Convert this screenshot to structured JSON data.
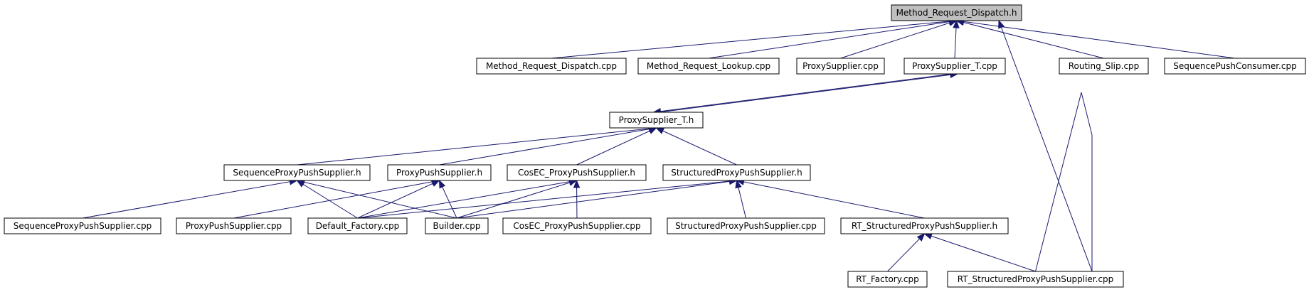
{
  "diagram": {
    "type": "include-dependency-graph",
    "colors": {
      "edge": "#191970",
      "root_fill": "#bfbfbf",
      "node_fill": "#ffffff",
      "node_border": "#000000"
    },
    "nodes": {
      "method_request_dispatch_h": "Method_Request_Dispatch.h",
      "method_request_dispatch_cpp": "Method_Request_Dispatch.cpp",
      "method_request_lookup_cpp": "Method_Request_Lookup.cpp",
      "proxysupplier_cpp": "ProxySupplier.cpp",
      "proxysupplier_t_cpp": "ProxySupplier_T.cpp",
      "routing_slip_cpp": "Routing_Slip.cpp",
      "sequencepushconsumer_cpp": "SequencePushConsumer.cpp",
      "proxysupplier_t_h": "ProxySupplier_T.h",
      "sequenceproxypushsupplier_h": "SequenceProxyPushSupplier.h",
      "proxypushsupplier_h": "ProxyPushSupplier.h",
      "cosec_proxypushsupplier_h": "CosEC_ProxyPushSupplier.h",
      "structuredproxypushsupplier_h": "StructuredProxyPushSupplier.h",
      "sequenceproxypushsupplier_cpp": "SequenceProxyPushSupplier.cpp",
      "proxypushsupplier_cpp": "ProxyPushSupplier.cpp",
      "default_factory_cpp": "Default_Factory.cpp",
      "builder_cpp": "Builder.cpp",
      "cosec_proxypushsupplier_cpp": "CosEC_ProxyPushSupplier.cpp",
      "structuredproxypushsupplier_cpp": "StructuredProxyPushSupplier.cpp",
      "rt_structuredproxypushsupplier_h": "RT_StructuredProxyPushSupplier.h",
      "rt_factory_cpp": "RT_Factory.cpp",
      "rt_structuredproxypushsupplier_cpp": "RT_StructuredProxyPushSupplier.cpp"
    },
    "edges": [
      {
        "from": "method_request_dispatch_cpp",
        "to": "method_request_dispatch_h"
      },
      {
        "from": "method_request_lookup_cpp",
        "to": "method_request_dispatch_h"
      },
      {
        "from": "proxysupplier_cpp",
        "to": "method_request_dispatch_h"
      },
      {
        "from": "proxysupplier_t_cpp",
        "to": "method_request_dispatch_h"
      },
      {
        "from": "routing_slip_cpp",
        "to": "method_request_dispatch_h"
      },
      {
        "from": "sequencepushconsumer_cpp",
        "to": "method_request_dispatch_h"
      },
      {
        "from": "rt_structuredproxypushsupplier_cpp",
        "to": "method_request_dispatch_h"
      },
      {
        "from": "proxysupplier_t_h",
        "to": "proxysupplier_t_cpp"
      },
      {
        "from": "proxysupplier_t_cpp",
        "to": "proxysupplier_t_h"
      },
      {
        "from": "sequenceproxypushsupplier_h",
        "to": "proxysupplier_t_h"
      },
      {
        "from": "proxypushsupplier_h",
        "to": "proxysupplier_t_h"
      },
      {
        "from": "cosec_proxypushsupplier_h",
        "to": "proxysupplier_t_h"
      },
      {
        "from": "structuredproxypushsupplier_h",
        "to": "proxysupplier_t_h"
      },
      {
        "from": "sequenceproxypushsupplier_cpp",
        "to": "sequenceproxypushsupplier_h"
      },
      {
        "from": "default_factory_cpp",
        "to": "sequenceproxypushsupplier_h"
      },
      {
        "from": "builder_cpp",
        "to": "sequenceproxypushsupplier_h"
      },
      {
        "from": "proxypushsupplier_cpp",
        "to": "proxypushsupplier_h"
      },
      {
        "from": "default_factory_cpp",
        "to": "proxypushsupplier_h"
      },
      {
        "from": "builder_cpp",
        "to": "proxypushsupplier_h"
      },
      {
        "from": "default_factory_cpp",
        "to": "cosec_proxypushsupplier_h"
      },
      {
        "from": "builder_cpp",
        "to": "cosec_proxypushsupplier_h"
      },
      {
        "from": "cosec_proxypushsupplier_cpp",
        "to": "cosec_proxypushsupplier_h"
      },
      {
        "from": "default_factory_cpp",
        "to": "structuredproxypushsupplier_h"
      },
      {
        "from": "builder_cpp",
        "to": "structuredproxypushsupplier_h"
      },
      {
        "from": "structuredproxypushsupplier_cpp",
        "to": "structuredproxypushsupplier_h"
      },
      {
        "from": "rt_structuredproxypushsupplier_h",
        "to": "structuredproxypushsupplier_h"
      },
      {
        "from": "rt_factory_cpp",
        "to": "rt_structuredproxypushsupplier_h"
      },
      {
        "from": "rt_structuredproxypushsupplier_cpp",
        "to": "rt_structuredproxypushsupplier_h"
      }
    ]
  }
}
